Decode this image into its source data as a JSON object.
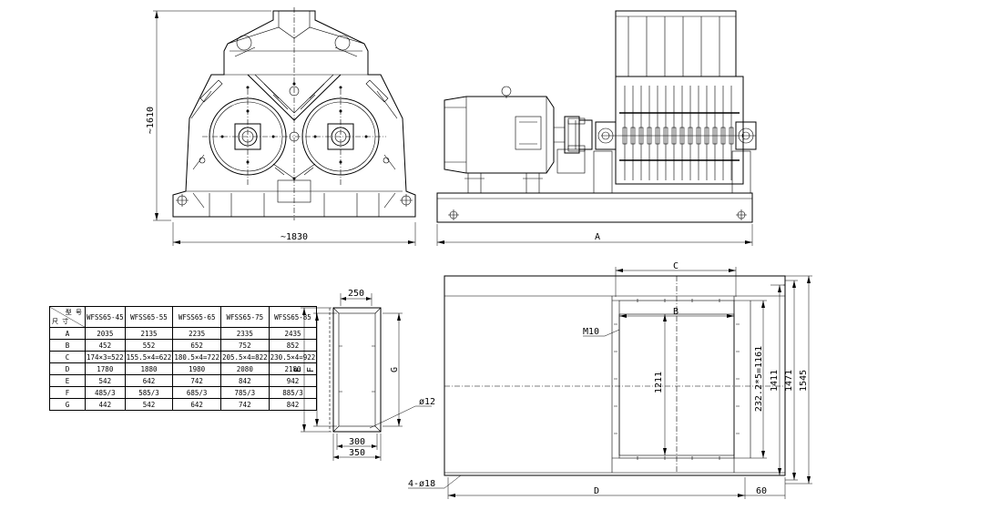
{
  "front_view": {
    "height_label": "~1610",
    "width_label": "~1830"
  },
  "side_view": {
    "length_label": "A"
  },
  "frame_view": {
    "width_top": "250",
    "width_bottom_inner": "300",
    "width_bottom_outer": "350",
    "dim_e": "E",
    "dim_f": "F",
    "dim_g": "G",
    "hole_label": "ø12"
  },
  "plan_view": {
    "dim_c": "C",
    "dim_b": "B",
    "dim_d": "D",
    "bolt_label": "M10",
    "center_height": "1211",
    "pitch_label": "232.2*5=1161",
    "h1": "1411",
    "h2": "1471",
    "h3": "1545",
    "anchor_label": "4-ø18",
    "edge_offset": "60"
  },
  "table": {
    "corner_top": "型 号",
    "corner_bottom": "尺 寸",
    "models": [
      "WFSS65-45",
      "WFSS65-55",
      "WFSS65-65",
      "WFSS65-75",
      "WFSS65-85"
    ],
    "rows": [
      {
        "label": "A",
        "values": [
          "2035",
          "2135",
          "2235",
          "2335",
          "2435"
        ]
      },
      {
        "label": "B",
        "values": [
          "452",
          "552",
          "652",
          "752",
          "852"
        ]
      },
      {
        "label": "C",
        "values": [
          "174×3=522",
          "155.5×4=622",
          "180.5×4=722",
          "205.5×4=822",
          "230.5×4=922"
        ]
      },
      {
        "label": "D",
        "values": [
          "1780",
          "1880",
          "1980",
          "2080",
          "2180"
        ]
      },
      {
        "label": "E",
        "values": [
          "542",
          "642",
          "742",
          "842",
          "942"
        ]
      },
      {
        "label": "F",
        "values": [
          "485/3",
          "585/3",
          "685/3",
          "785/3",
          "885/3"
        ]
      },
      {
        "label": "G",
        "values": [
          "442",
          "542",
          "642",
          "742",
          "842"
        ]
      }
    ]
  }
}
